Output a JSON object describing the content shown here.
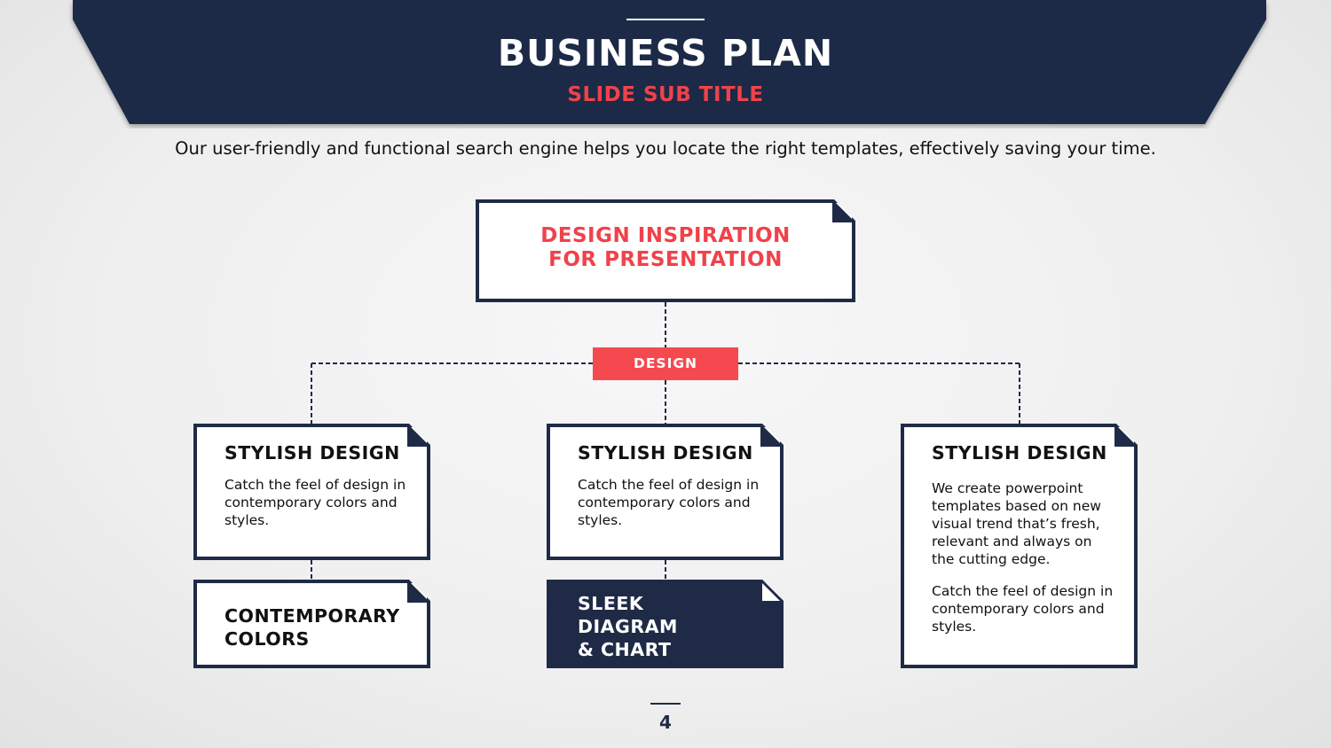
{
  "header": {
    "title": "BUSINESS PLAN",
    "subtitle": "SLIDE SUB TITLE"
  },
  "intro_text": "Our user-friendly and functional search engine helps you locate the right templates, effectively saving your time.",
  "diagram": {
    "root": {
      "title_line1": "DESIGN INSPIRATION",
      "title_line2": "FOR PRESENTATION"
    },
    "hub_label": "DESIGN",
    "cards": [
      {
        "title": "STYLISH DESIGN",
        "body": "Catch the feel of design in contemporary colors and styles."
      },
      {
        "title": "STYLISH DESIGN",
        "body": "Catch the feel of design in contemporary colors and styles."
      },
      {
        "title": "STYLISH DESIGN",
        "body": "We create powerpoint templates based on new visual trend that’s fresh, relevant and always on the cutting edge.",
        "body2": "Catch the feel of design in contemporary colors and styles."
      }
    ],
    "sub_cards": [
      {
        "title": "CONTEMPORARY COLORS"
      },
      {
        "title_line1": "SLEEK",
        "title_line2": "DIAGRAM",
        "title_line3": "& CHART"
      }
    ]
  },
  "page_number": "4",
  "colors": {
    "navy": "#1f2b46",
    "accent_red": "#f0424a",
    "background": "#efefef"
  }
}
